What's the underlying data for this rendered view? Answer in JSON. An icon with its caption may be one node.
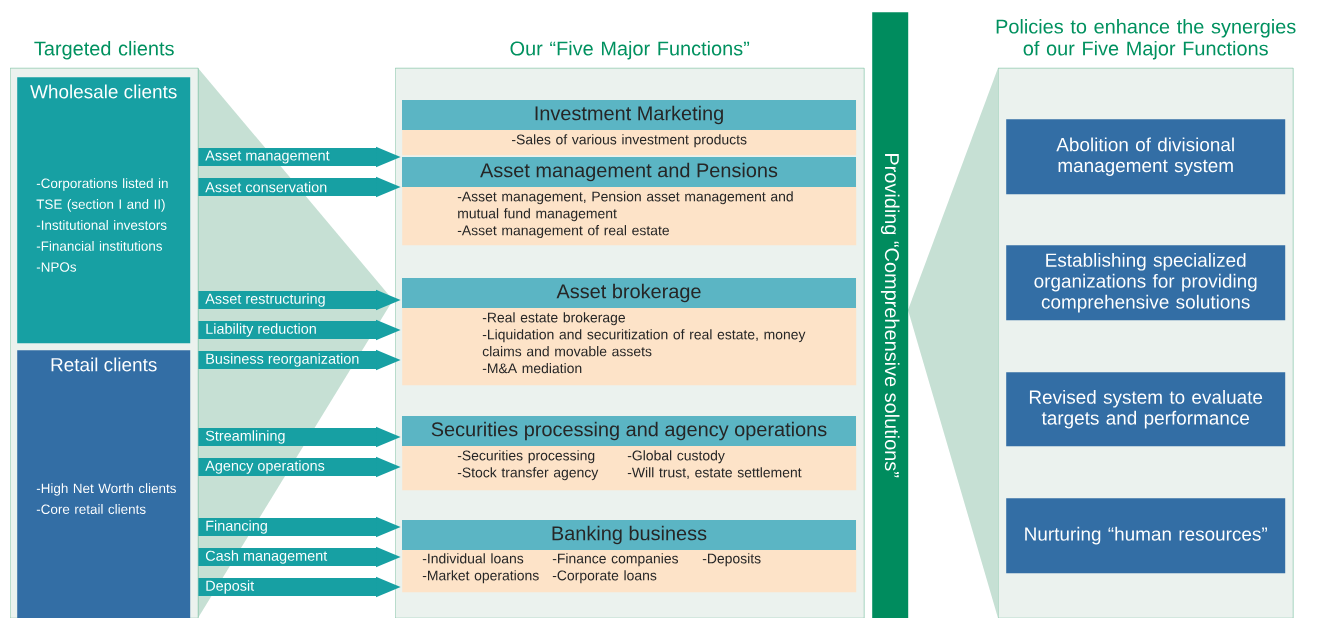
{
  "diagram": {
    "nodes": [
      {
        "text": [
          "Targeted clients"
        ]
      },
      {
        "text": [
          "Wholesale clients",
          "-Corporations listed in TSE (section I and II)",
          "-Institutional investors",
          "-Financial institutions",
          "-NPOs"
        ],
        "in": 0
      },
      {
        "text": [
          "Retail clients",
          "-High Net Worth clients",
          "-Core retail clients"
        ],
        "in": 0
      },
      {
        "text": [
          "Our “Five Major Functions”"
        ]
      },
      {
        "text": [
          "Investment Marketing",
          "-Sales of various investment products"
        ],
        "in": 3
      },
      {
        "text": [
          "Asset management and Pensions",
          "-Asset management, Pension asset management and mutual fund management",
          "-Asset management of real estate"
        ],
        "in": 3
      },
      {
        "text": [
          "Asset brokerage",
          "-Real estate brokerage",
          "-Liquidation and securitization of real estate, money claims and movable assets",
          "-M&A mediation"
        ],
        "in": 3
      },
      {
        "text": [
          "Securities processing and agency operations",
          "-Securities processing",
          "-Stock transfer agency",
          "-Global custody",
          "-Will trust, estate settlement"
        ],
        "in": 3
      },
      {
        "text": [
          "Banking business",
          "-Individual loans",
          "-Market operations",
          "-Finance companies",
          "-Corporate loans",
          "-Deposits"
        ],
        "in": 3
      },
      {
        "text": [
          "Providing “Comprehensive solutions”"
        ]
      },
      {
        "text": [
          "Policies to enhance the synergies of our Five Major Functions"
        ]
      },
      {
        "text": [
          "Abolition of divisional management system"
        ],
        "in": 10
      },
      {
        "text": [
          "Establishing specialized organizations for providing comprehensive solutions"
        ],
        "in": 10
      },
      {
        "text": [
          "Revised system to evaluate targets and performance"
        ],
        "in": 10
      },
      {
        "text": [
          "Nurturing “human resources”"
        ],
        "in": 10
      }
    ],
    "edges": [
      {
        "from": 0,
        "to": 4,
        "arrow": "to",
        "label": "Asset management"
      },
      {
        "from": 0,
        "to": 5,
        "arrow": "to",
        "label": "Asset conservation"
      },
      {
        "from": 0,
        "to": 6,
        "arrow": "to",
        "label": "Asset restructuring"
      },
      {
        "from": 0,
        "to": 6,
        "arrow": "to",
        "label": "Liability reduction"
      },
      {
        "from": 0,
        "to": 6,
        "arrow": "to",
        "label": "Business reorganization"
      },
      {
        "from": 0,
        "to": 7,
        "arrow": "to",
        "label": "Streamlining"
      },
      {
        "from": 0,
        "to": 7,
        "arrow": "to",
        "label": "Agency operations"
      },
      {
        "from": 0,
        "to": 8,
        "arrow": "to",
        "label": "Financing"
      },
      {
        "from": 0,
        "to": 8,
        "arrow": "to",
        "label": "Cash management"
      },
      {
        "from": 0,
        "to": 8,
        "arrow": "to",
        "label": "Deposit"
      }
    ]
  }
}
